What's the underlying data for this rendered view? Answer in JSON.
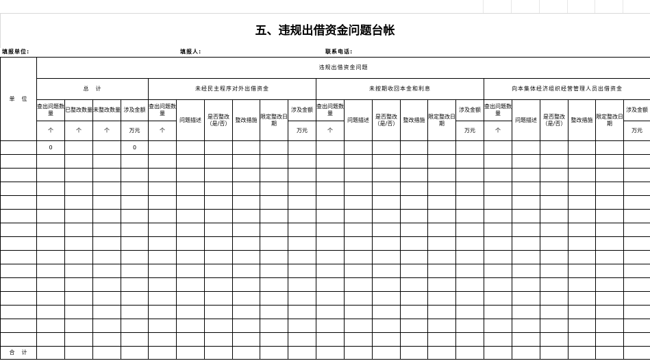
{
  "title": "五、违规出借资金问题台帐",
  "header_info": {
    "unit_label": "填报单位:",
    "filler_label": "填报人:",
    "phone_label": "联系电话:"
  },
  "table": {
    "unit_col": "单　位",
    "main_header": "违规出借资金问题",
    "groups": [
      "总　计",
      "未经民主程序对外出借资金",
      "未按期收回本金和利息",
      "向本集体经济组织经营管理人员出借资金"
    ],
    "total_cols": [
      "查出问题数量",
      "已整改数量",
      "未整改数量",
      "涉及金额"
    ],
    "total_units": [
      "个",
      "个",
      "个",
      "万元"
    ],
    "sub_cols": [
      "查出问题数量",
      "问题描述",
      "是否整改（是/否）",
      "整改措施",
      "限定整改日期",
      "涉及金额"
    ],
    "sub_units": [
      "个",
      "",
      "",
      "",
      "",
      "万元"
    ],
    "first_row_values": [
      "0",
      "",
      "",
      "0"
    ],
    "total_row_label": "合　计"
  }
}
